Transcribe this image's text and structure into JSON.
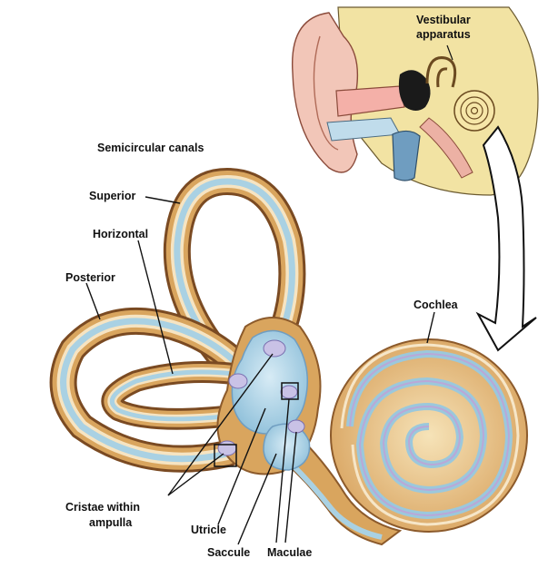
{
  "labels": {
    "vestibular_line1": "Vestibular",
    "vestibular_line2": "apparatus",
    "semicircular_canals": "Semicircular canals",
    "superior": "Superior",
    "horizontal": "Horizontal",
    "posterior": "Posterior",
    "cochlea": "Cochlea",
    "cristae_line1": "Cristae within",
    "cristae_line2": "ampulla",
    "utricle": "Utricle",
    "saccule": "Saccule",
    "maculae": "Maculae"
  },
  "colors": {
    "tan": "#d9a55e",
    "tan_dark": "#8c5a2b",
    "fluid_blue": "#a9d1e3",
    "membrane": "#d7dff0",
    "lilac": "#c9c2e6",
    "skin": "#f2c6b8",
    "bone": "#f2e3a3",
    "nerve_blue": "#6f9dc0"
  }
}
